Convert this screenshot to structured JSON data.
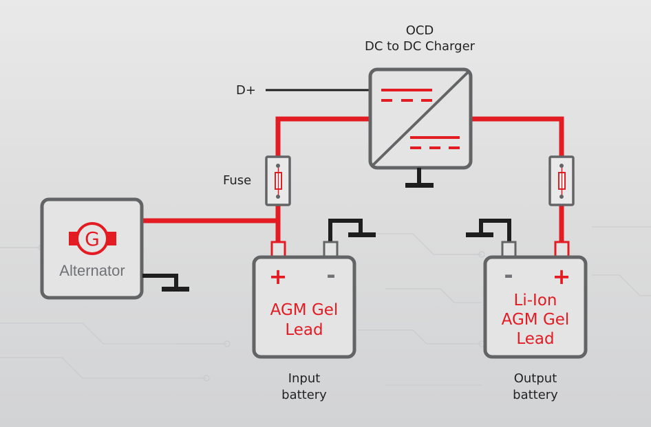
{
  "charger": {
    "title_line1": "OCD",
    "title_line2": "DC to DC Charger"
  },
  "signal": {
    "d_plus": "D+"
  },
  "fuse": {
    "label": "Fuse"
  },
  "alternator": {
    "symbol": "G",
    "label": "Alternator"
  },
  "input_battery": {
    "plus": "+",
    "minus": "-",
    "type_line1": "AGM Gel",
    "type_line2": "Lead",
    "caption_line1": "Input",
    "caption_line2": "battery"
  },
  "output_battery": {
    "plus": "+",
    "minus": "-",
    "type_line1": "Li-Ion",
    "type_line2": "AGM Gel",
    "type_line3": "Lead",
    "caption_line1": "Output",
    "caption_line2": "battery"
  },
  "colors": {
    "positive_wire": "#e31b23",
    "ground_wire": "#1e1e1e",
    "box_border": "#636466",
    "box_fill": "#e4e4e4"
  }
}
